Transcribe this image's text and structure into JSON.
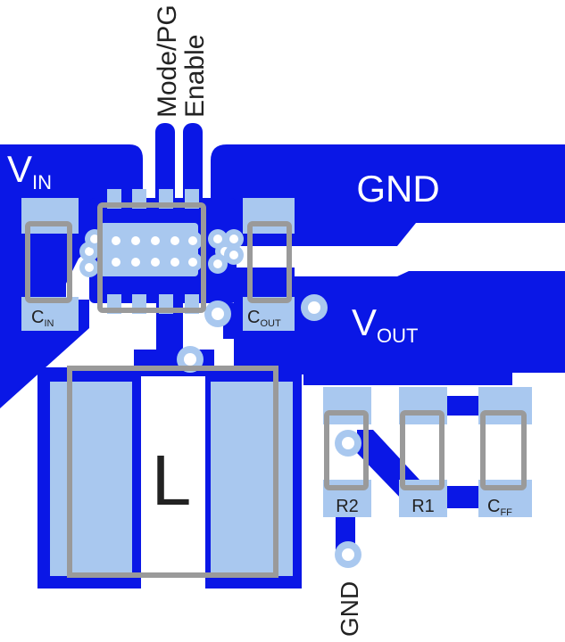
{
  "colors": {
    "copper": "#0a17e6",
    "pad": "#a9c8ef",
    "via_ring": "#a9c8ef",
    "via_hole": "#ffffff",
    "silk": "#9a9a9a",
    "label": "#222222",
    "label_on_copper": "#ffffff",
    "background": "#ffffff"
  },
  "labels": {
    "mode_pg": "Mode/PG",
    "enable": "Enable",
    "vin_main": "V",
    "vin_sub": "IN",
    "gnd_top": "GND",
    "cin_main": "C",
    "cin_sub": "IN",
    "cout_main": "C",
    "cout_sub": "OUT",
    "vout_main": "V",
    "vout_sub": "OUT",
    "inductor": "L",
    "r2": "R2",
    "r1": "R1",
    "cff_main": "C",
    "cff_sub": "FF",
    "gnd_bottom": "GND"
  }
}
